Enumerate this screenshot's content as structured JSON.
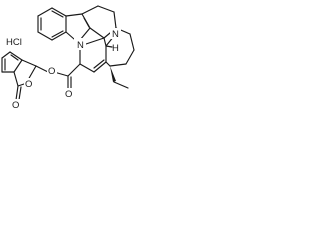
{
  "molecule": {
    "salt": "HCl",
    "atoms": {
      "n_indole": "N",
      "n_amine": "N",
      "h_stereo": "H",
      "o_ester_carbonyl": "O",
      "o_ester_bridge": "O",
      "o_lactone_ring": "O",
      "o_lactone_carbonyl": "O"
    }
  },
  "colors": {
    "ink": "#1a1a1a",
    "background": "#ffffff"
  }
}
